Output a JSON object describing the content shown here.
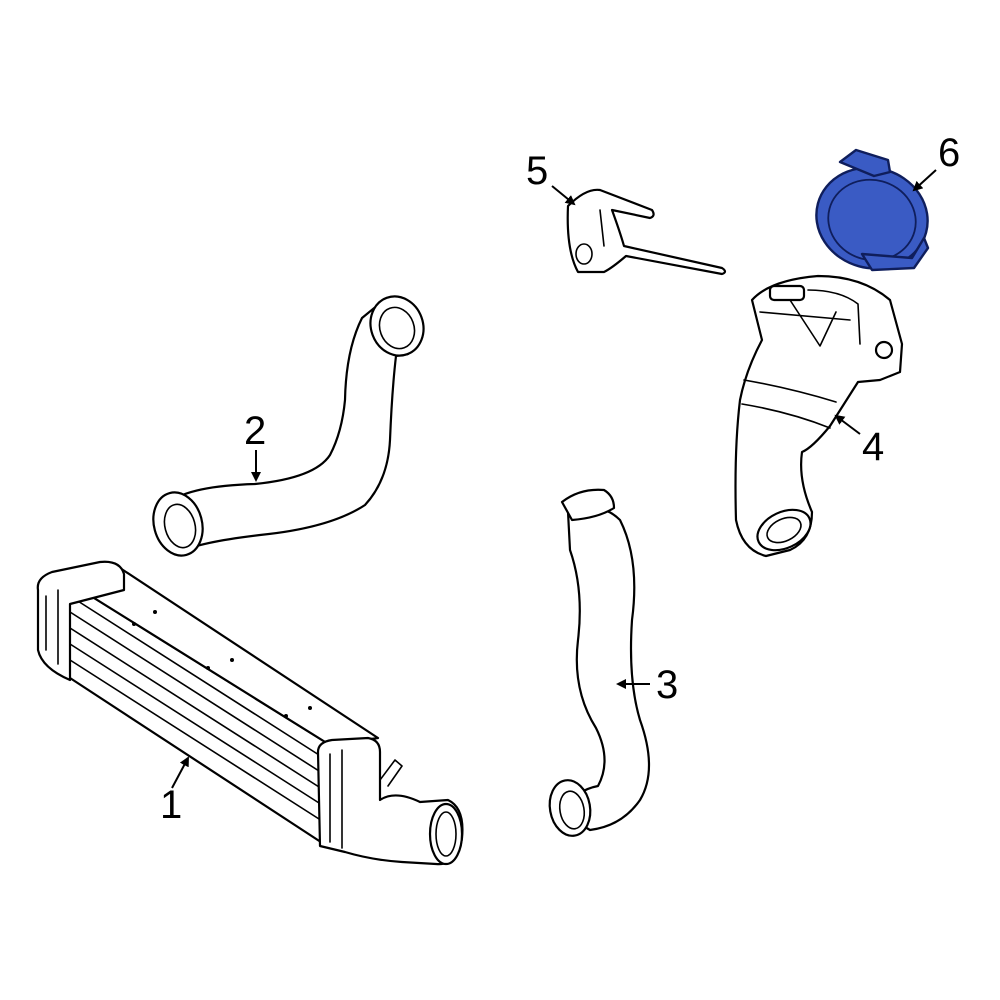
{
  "callouts": [
    {
      "id": "1",
      "label": "1"
    },
    {
      "id": "2",
      "label": "2"
    },
    {
      "id": "3",
      "label": "3"
    },
    {
      "id": "4",
      "label": "4"
    },
    {
      "id": "5",
      "label": "5"
    },
    {
      "id": "6",
      "label": "6"
    }
  ],
  "highlight": {
    "part": "6",
    "color": "#3a5bc4"
  },
  "colors": {
    "line": "#000000",
    "background": "#ffffff",
    "highlight_fill": "#3a5bc4",
    "highlight_stroke": "#0f1e5c"
  }
}
